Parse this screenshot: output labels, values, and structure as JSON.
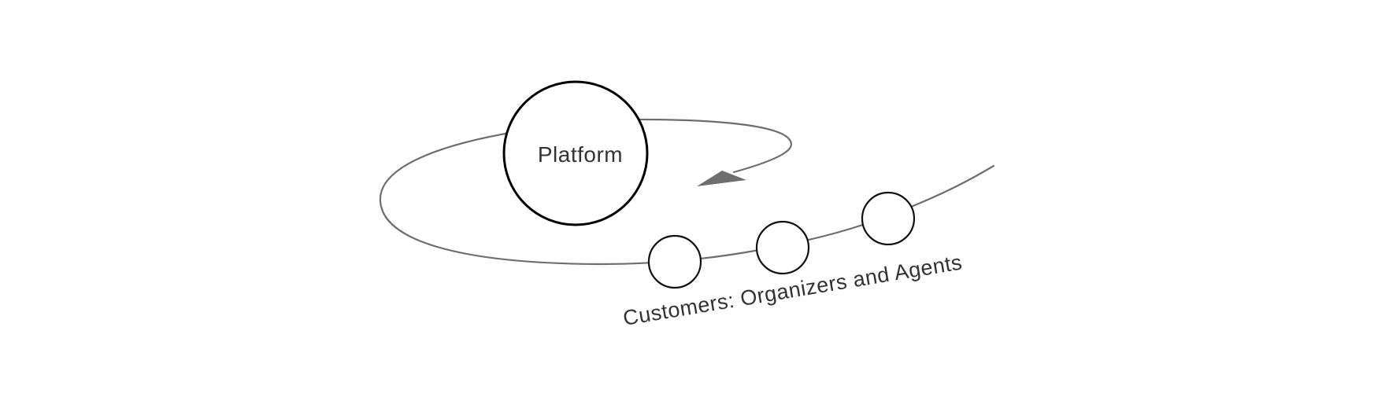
{
  "diagram": {
    "platform": {
      "label": "Platform"
    },
    "customers": {
      "label": "Customers: Organizers and Agents",
      "count": 3
    },
    "colors": {
      "orbit_stroke": "#6e6e6e",
      "platform_stroke": "#000000",
      "customer_stroke": "#111111",
      "text": "#333333",
      "background": "#ffffff"
    }
  }
}
